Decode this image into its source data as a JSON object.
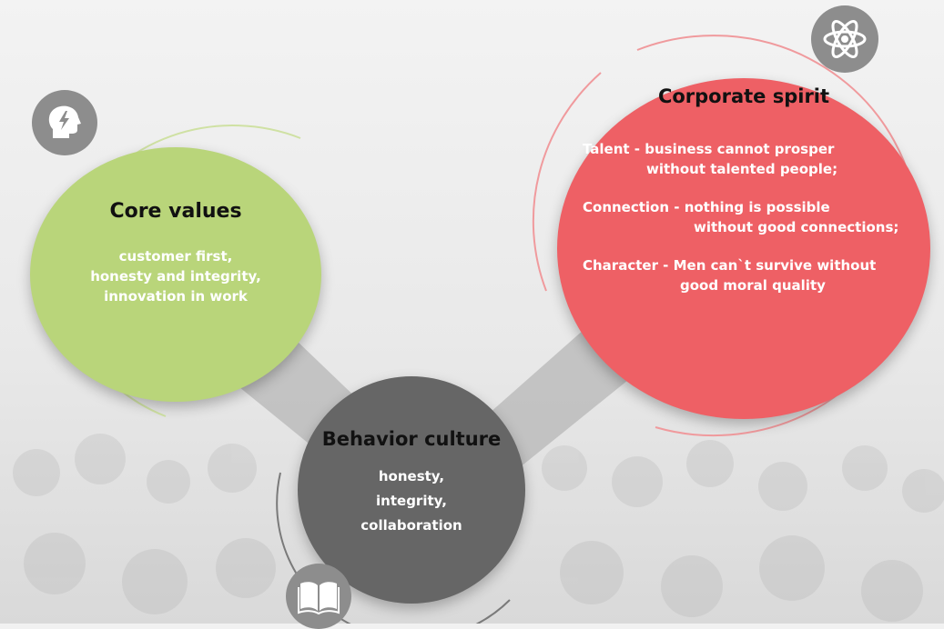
{
  "core_values": {
    "title": "Core values",
    "lines": [
      "customer first,",
      "honesty and integrity,",
      "innovation in work"
    ],
    "color": "#b9d57a",
    "icon": "lightbulb-head-icon"
  },
  "corporate_spirit": {
    "title": "Corporate spirit",
    "paragraphs": [
      {
        "line1": "Talent - business cannot prosper",
        "line2": "without talented people;"
      },
      {
        "line1": "Connection - nothing is possible",
        "line2": "without good connections;"
      },
      {
        "line1": "Character - Men can`t survive without",
        "line2": "good moral quality"
      }
    ],
    "color": "#ee6065",
    "icon": "atom-icon"
  },
  "behavior_culture": {
    "title": "Behavior culture",
    "lines": [
      "honesty,",
      "integrity,",
      "collaboration"
    ],
    "color": "#666666",
    "icon": "book-icon"
  }
}
